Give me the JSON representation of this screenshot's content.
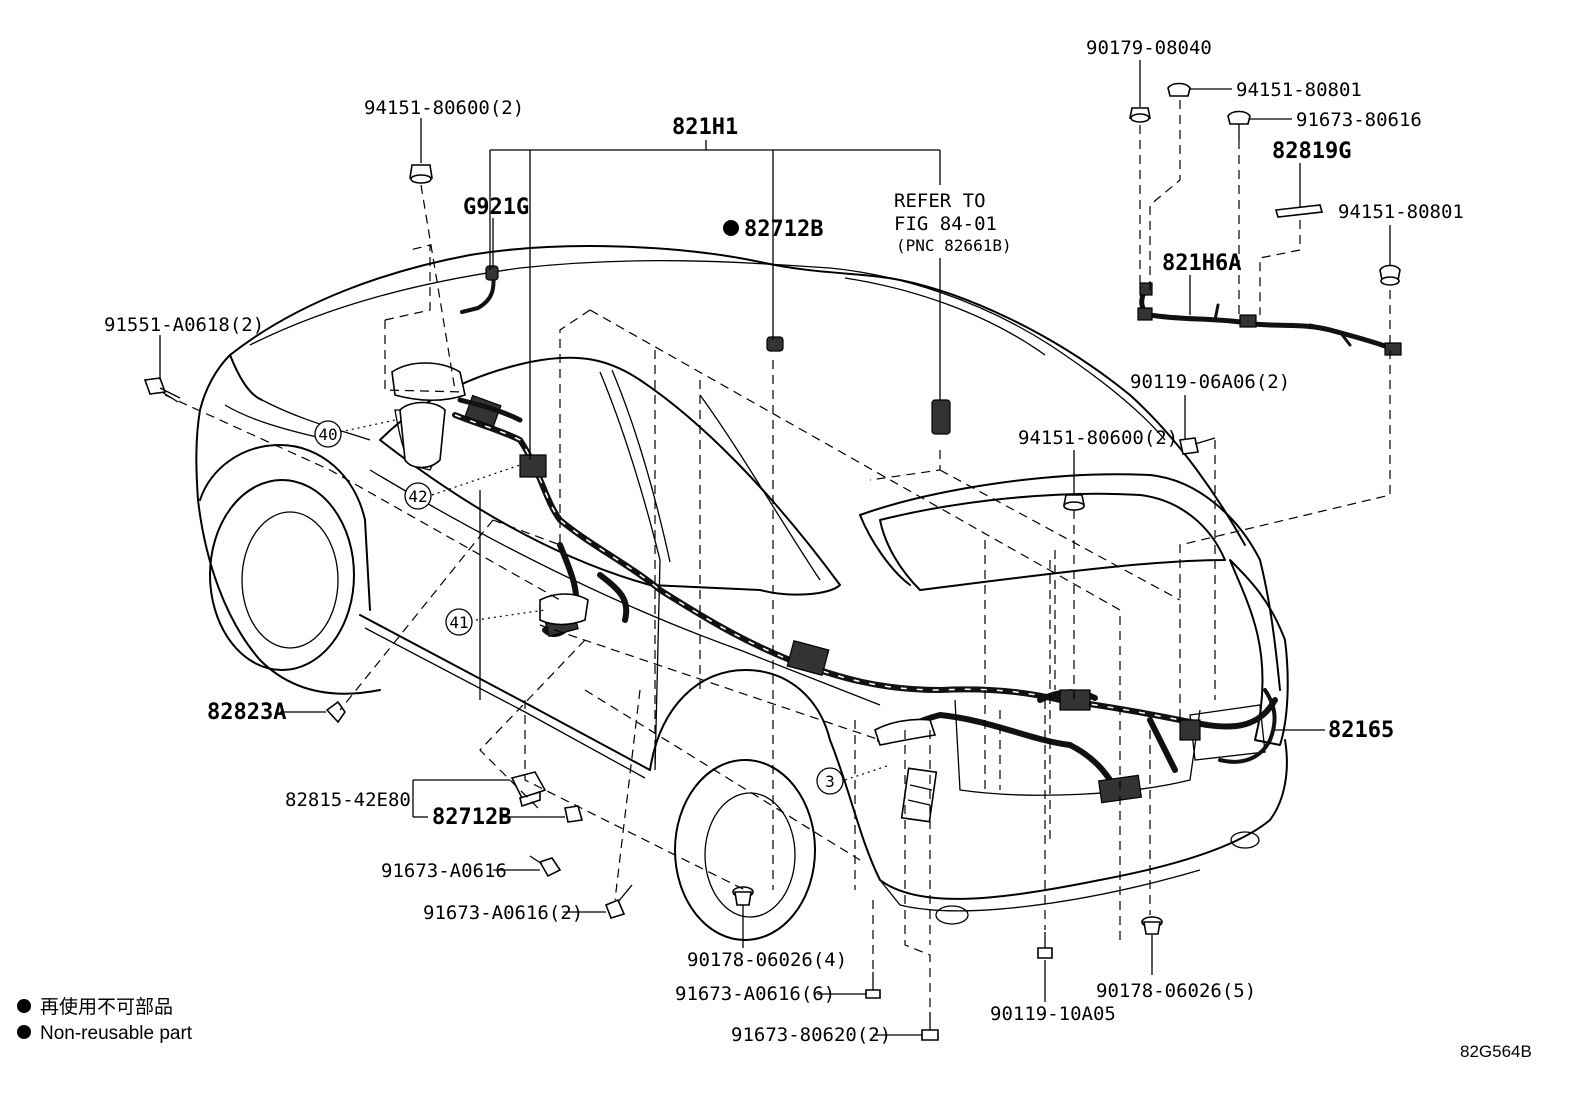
{
  "labels": {
    "p94151_80600_2_top": "94151-80600(2)",
    "p821H1": "821H1",
    "pG921G": "G921G",
    "p82712B_top": "82712B",
    "refer_to": "REFER TO",
    "fig": "FIG 84-01",
    "pnc": "(PNC 82661B)",
    "p91551": "91551-A0618(2)",
    "p90179": "90179-08040",
    "p94151_80801_a": "94151-80801",
    "p91673_80616": "91673-80616",
    "p82819G": "82819G",
    "p94151_80801_b": "94151-80801",
    "p821H6A": "821H6A",
    "p90119_06A06": "90119-06A06(2)",
    "p94151_80600_2_mid": "94151-80600(2)",
    "c40": "40",
    "c42": "42",
    "c41": "41",
    "c3": "3",
    "p82823A": "82823A",
    "p82165": "82165",
    "p82815": "82815-42E80",
    "p82712B_bot": "82712B",
    "p91673_A0616": "91673-A0616",
    "p91673_A0616_2": "91673-A0616(2)",
    "p90178_06026_4": "90178-06026(4)",
    "p91673_A0616_6": "91673-A0616(6)",
    "p91673_80620_2": "91673-80620(2)",
    "p90119_10A05": "90119-10A05",
    "p90178_06026_5": "90178-06026(5)"
  },
  "legend": {
    "jp": "再使用不可部品",
    "en": "Non-reusable part"
  },
  "figure_code": "82G564B"
}
